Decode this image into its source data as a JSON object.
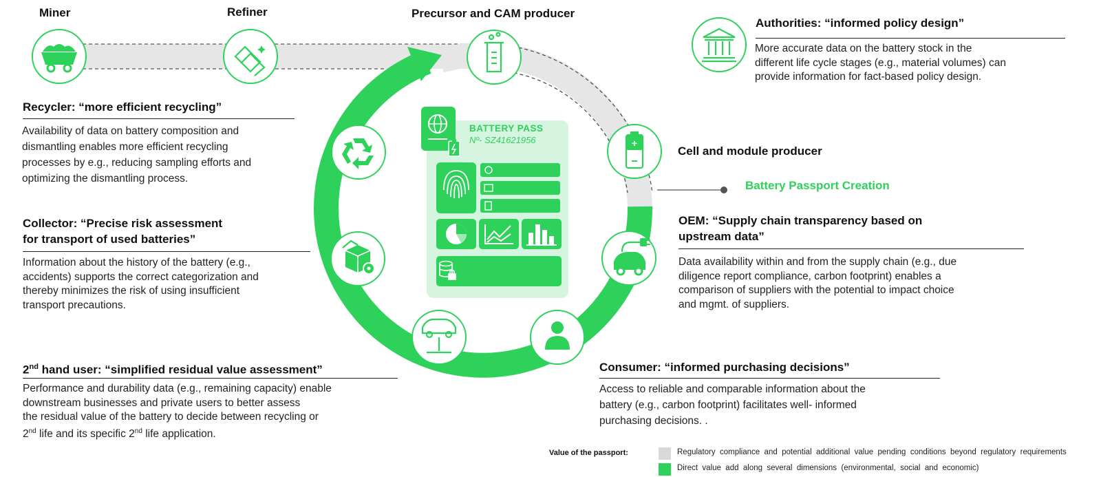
{
  "stages": {
    "miner": "Miner",
    "refiner": "Refiner",
    "precursor": "Precursor and CAM producer",
    "cell": "Cell and module producer"
  },
  "creation_label": "Battery Passport Creation",
  "passport_card": {
    "title": "BATTERY PASS",
    "number": "Nº- SZ41621956"
  },
  "recycler": {
    "heading": "Recycler: “more efficient recycling”",
    "lines": [
      "Availability of data on battery composition and",
      "dismantling enables more efficient recycling",
      "processes by e.g., reducing sampling efforts  and",
      "optimizing the dismantling process."
    ]
  },
  "collector": {
    "heading_lines": [
      "Collector: “Precise risk assessment",
      "for transport of used batteries”"
    ],
    "lines": [
      "Information about the history of the battery  (e.g.,",
      "accidents) supports the correct categorization and",
      "thereby minimizes the risk of using  insufficient",
      "transport precautions."
    ]
  },
  "second_hand": {
    "heading_pre": "2",
    "heading_sup": "nd",
    "heading_post": " hand user: “simplified residual value assessment”",
    "lines": [
      "Performance and  durability data  (e.g., remaining capacity) enable",
      "downstream businesses and private users to better assess",
      "the residual value of the battery to decide between recycling or"
    ],
    "last_line": {
      "a": "2",
      "sup1": "nd",
      "b": " life and its specific 2",
      "sup2": "nd",
      "c": " life application."
    }
  },
  "authorities": {
    "heading": "Authorities: “informed policy design”",
    "lines": [
      "More accurate data on the battery stock in the",
      "different life cycle stages (e.g., material volumes) can",
      "provide information for fact-based policy design."
    ]
  },
  "oem": {
    "heading_lines": [
      "OEM: “Supply chain transparency based on",
      "upstream  data”"
    ],
    "lines": [
      "Data availability within and from the supply chain (e.g., due",
      "diligence report compliance, carbon footprint) enables a",
      "comparison of suppliers with the potential to impact choice",
      "and  mgmt. of suppliers."
    ]
  },
  "consumer": {
    "heading": "Consumer: “informed purchasing decisions”",
    "lines": [
      "Access to reliable and comparable information about the",
      "battery (e.g., carbon  footprint) facilitates well- informed",
      "purchasing decisions. ."
    ]
  },
  "legend": {
    "title": "Value of the passport:",
    "items": [
      {
        "label": "Regulatory  compliance  and  potential  additional  value  pending  conditions  beyond  regulatory  requirements",
        "color": "#d9d9d9"
      },
      {
        "label": "Direct  value  add  along  several  dimensions  (environmental,  social  and  economic)",
        "color": "#2ed15a"
      }
    ]
  },
  "colors": {
    "green": "#2ed15a",
    "light_green": "#d6f5e0",
    "gray_band": "#e6e6e6"
  },
  "icons": [
    "mine-cart-icon",
    "gold-bars-icon",
    "beaker-icon",
    "battery-icon",
    "electric-car-icon",
    "person-icon",
    "car-lift-icon",
    "box-gear-icon",
    "recycle-icon",
    "government-building-icon",
    "globe-icon",
    "fingerprint-icon",
    "pie-chart-icon",
    "line-chart-icon",
    "bar-chart-icon",
    "database-lock-icon"
  ]
}
